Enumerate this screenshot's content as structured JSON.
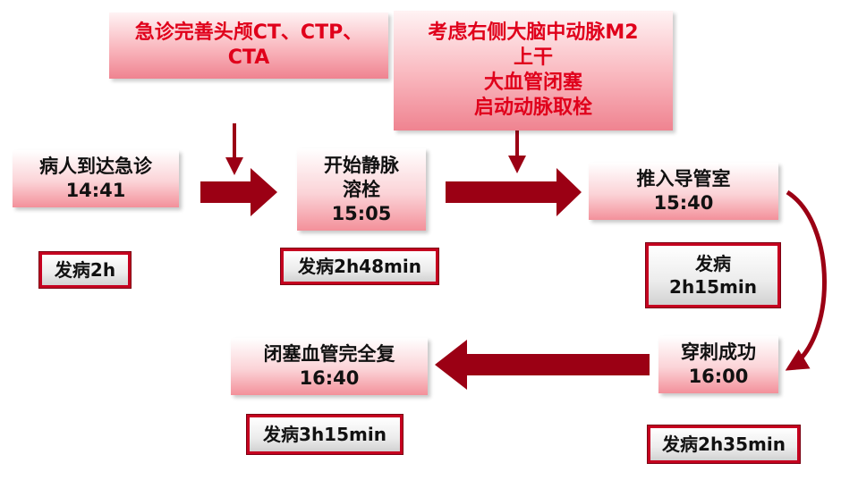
{
  "notes": {
    "imaging_lines": [
      "急诊完善头颅CT、CTP、",
      "CTA"
    ],
    "decision_lines": [
      "考虑右侧大脑中动脉M2",
      "上干",
      "大血管闭塞",
      "启动动脉取栓"
    ]
  },
  "steps": {
    "arrival": {
      "lines": [
        "病人到达急诊",
        "14:41"
      ],
      "onset": "发病2h"
    },
    "thrombolysis": {
      "lines": [
        "开始静脉",
        "溶栓",
        "15:05"
      ],
      "onset": "发病2h48min"
    },
    "cath_lab": {
      "lines": [
        "推入导管室",
        "15:40"
      ],
      "onset_lines": [
        "发病",
        "2h15min"
      ]
    },
    "puncture": {
      "lines": [
        "穿刺成功",
        "16:00"
      ],
      "onset": "发病2h35min"
    },
    "recanalization": {
      "lines": [
        "闭塞血管完全复",
        "16:40"
      ],
      "onset": "发病3h15min"
    }
  },
  "colors": {
    "arrow": "#9b0014",
    "tag_border": "#c5001f",
    "note_text": "#e0001b"
  }
}
